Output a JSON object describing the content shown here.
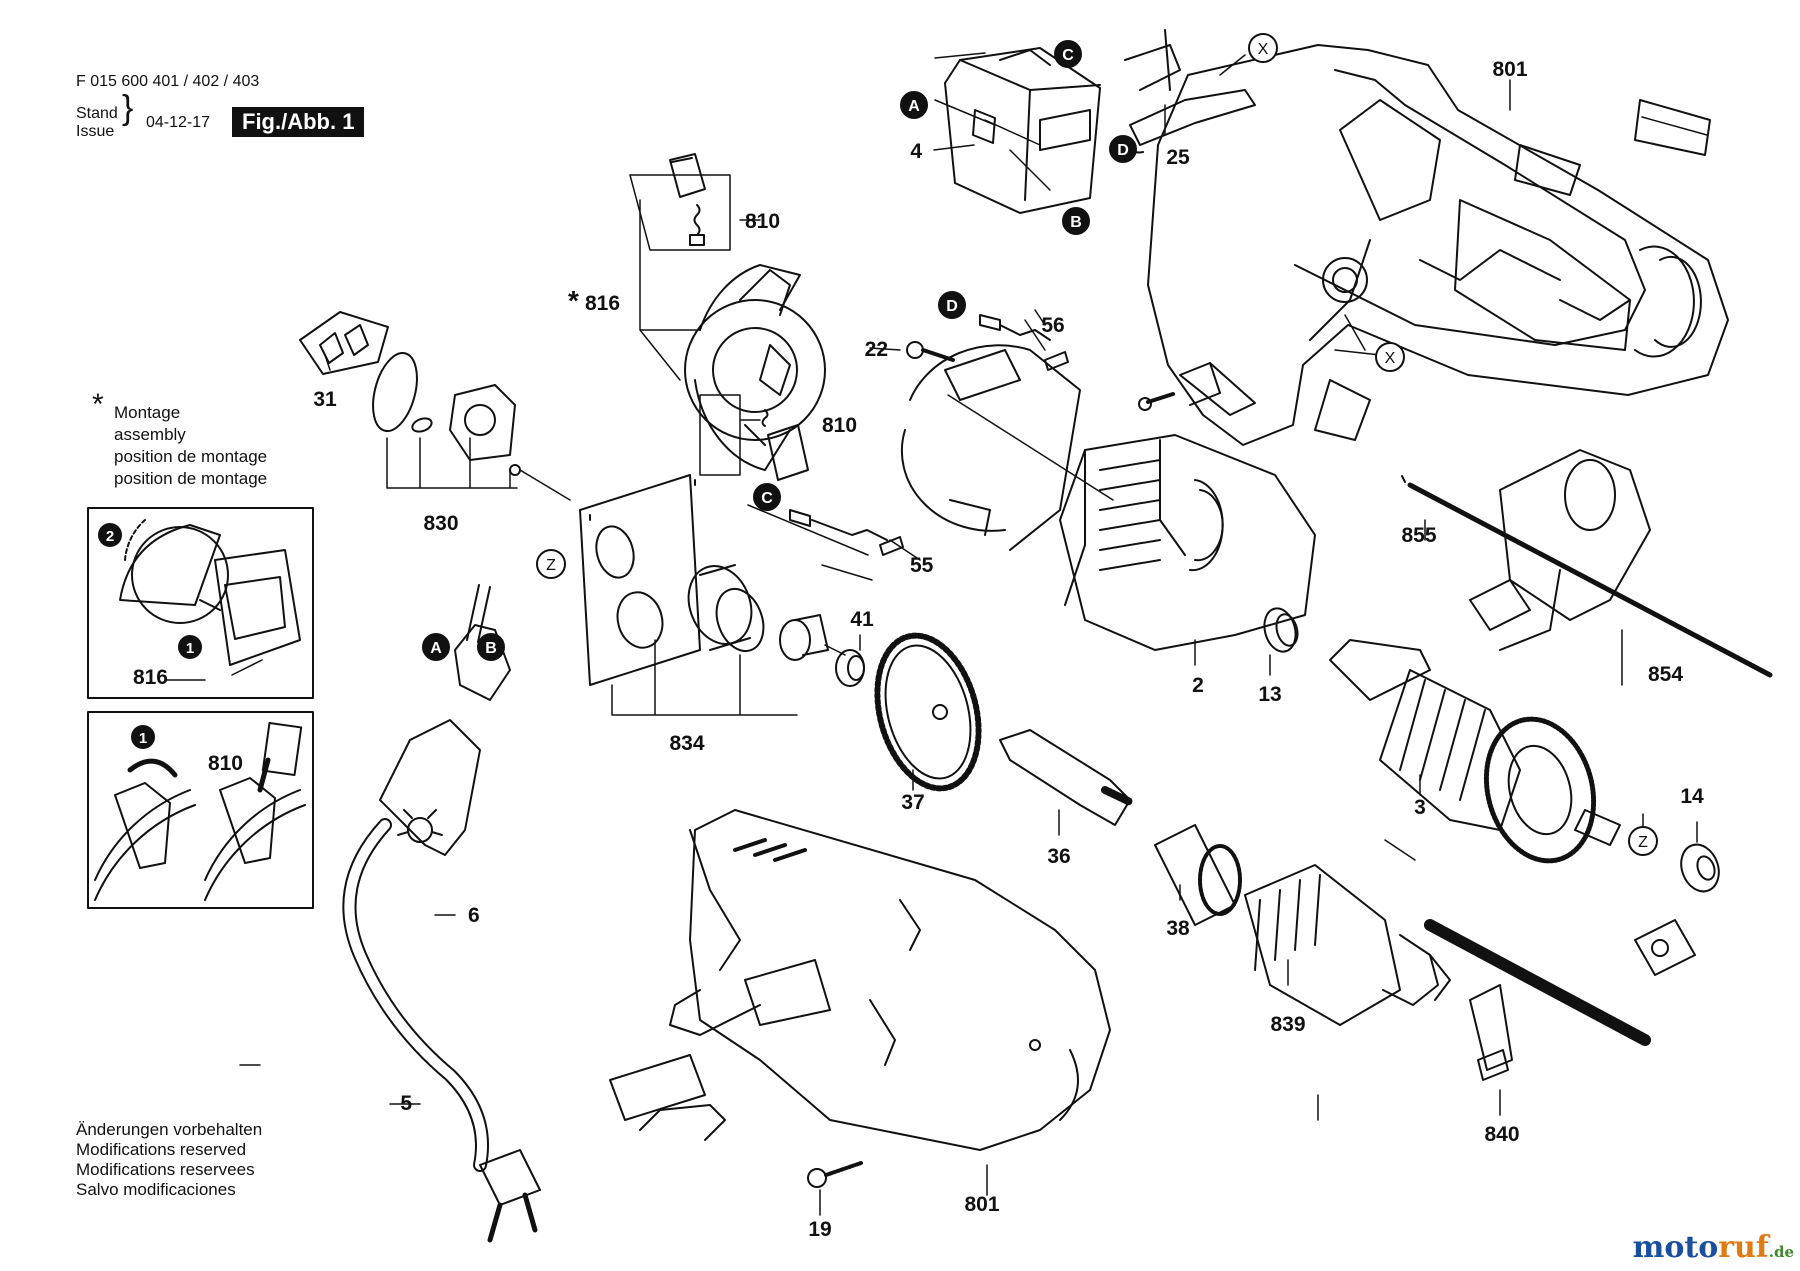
{
  "header": {
    "part_number": "F 015 600 401 / 402 / 403",
    "stand_label": "Stand",
    "issue_label": "Issue",
    "date": "04-12-17",
    "figure": "Fig./Abb. 1"
  },
  "note": {
    "symbol": "*",
    "lines": [
      "Montage",
      "assembly",
      "position de montage",
      "position de montage"
    ]
  },
  "footer": {
    "lines": [
      "Änderungen vorbehalten",
      "Modifications reserved",
      "Modifications reservees",
      "Salvo modificaciones"
    ]
  },
  "watermark": {
    "name": "motoruf",
    "tld": ".de"
  },
  "parts": {
    "p801a": "801",
    "p4": "4",
    "p25": "25",
    "p810a": "810",
    "p816": "816",
    "p31": "31",
    "p830": "830",
    "p22": "22",
    "p56": "56",
    "p810b": "810",
    "p55": "55",
    "p855": "855",
    "p2": "2",
    "p13": "13",
    "p854": "854",
    "p41": "41",
    "p834": "834",
    "p37": "37",
    "p3": "3",
    "p14": "14",
    "p36": "36",
    "p38": "38",
    "p839": "839",
    "p6": "6",
    "p5": "5",
    "p19": "19",
    "p801b": "801",
    "p840": "840",
    "p816b": "816",
    "p810c": "810"
  },
  "callouts": {
    "A": "A",
    "B": "B",
    "C": "C",
    "D": "D",
    "X": "X",
    "Z": "Z",
    "n1": "1",
    "n2": "2"
  },
  "colors": {
    "ink": "#111111",
    "paper": "#ffffff",
    "wm_blue": "#1a4fa0",
    "wm_orange": "#e07a12",
    "wm_green": "#3b8a2c"
  }
}
